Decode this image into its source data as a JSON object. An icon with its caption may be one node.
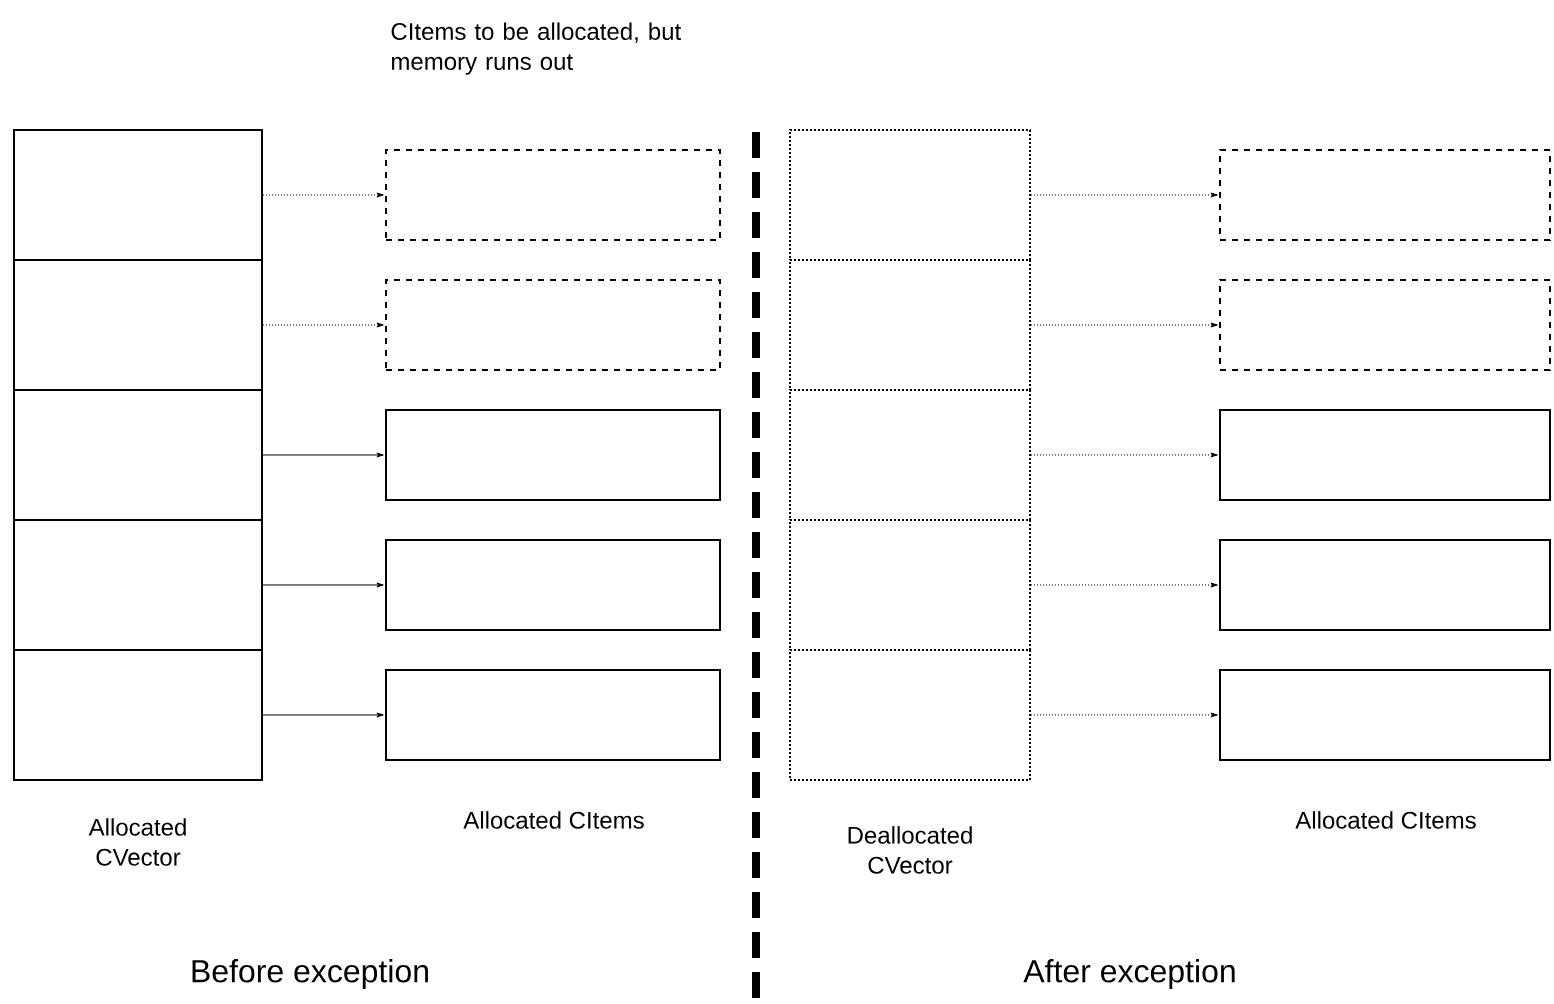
{
  "diagram": {
    "nodes": [
      {
        "text": [],
        "shape": "box"
      },
      {
        "text": [],
        "shape": "box"
      },
      {
        "text": [],
        "shape": "box"
      },
      {
        "text": [],
        "shape": "box"
      },
      {
        "text": [],
        "shape": "box"
      },
      {
        "text": [],
        "shape": "box"
      },
      {
        "text": [],
        "shape": "box"
      },
      {
        "text": [],
        "shape": "box"
      },
      {
        "text": [],
        "shape": "box"
      },
      {
        "text": [],
        "shape": "box"
      },
      {
        "text": [],
        "shape": "box"
      },
      {
        "text": [],
        "shape": "box"
      },
      {
        "text": [],
        "shape": "box"
      },
      {
        "text": [],
        "shape": "box"
      },
      {
        "text": [],
        "shape": "box"
      },
      {
        "text": [],
        "shape": "box"
      },
      {
        "text": [],
        "shape": "box"
      },
      {
        "text": [],
        "shape": "box"
      },
      {
        "text": [],
        "shape": "box"
      },
      {
        "text": [],
        "shape": "box"
      }
    ],
    "edges": [
      {
        "from": 0,
        "to": 5,
        "arrow": "to",
        "style": "dashed"
      },
      {
        "from": 1,
        "to": 6,
        "arrow": "to",
        "style": "dashed"
      },
      {
        "from": 2,
        "to": 7,
        "arrow": "to"
      },
      {
        "from": 3,
        "to": 8,
        "arrow": "to"
      },
      {
        "from": 4,
        "to": 9,
        "arrow": "to"
      },
      {
        "from": 10,
        "to": 15,
        "arrow": "to",
        "style": "dashed"
      },
      {
        "from": 11,
        "to": 16,
        "arrow": "to",
        "style": "dashed"
      },
      {
        "from": 12,
        "to": 17,
        "arrow": "to",
        "style": "dashed"
      },
      {
        "from": 13,
        "to": 18,
        "arrow": "to",
        "style": "dashed"
      },
      {
        "from": 14,
        "to": 19,
        "arrow": "to",
        "style": "dashed"
      }
    ],
    "labels": [
      "CItems to be allocated, but memory runs out",
      "Allocated CVector",
      "Allocated CItems",
      "Deallocated CVector",
      "Allocated CItems",
      "Before exception",
      "After exception"
    ]
  }
}
